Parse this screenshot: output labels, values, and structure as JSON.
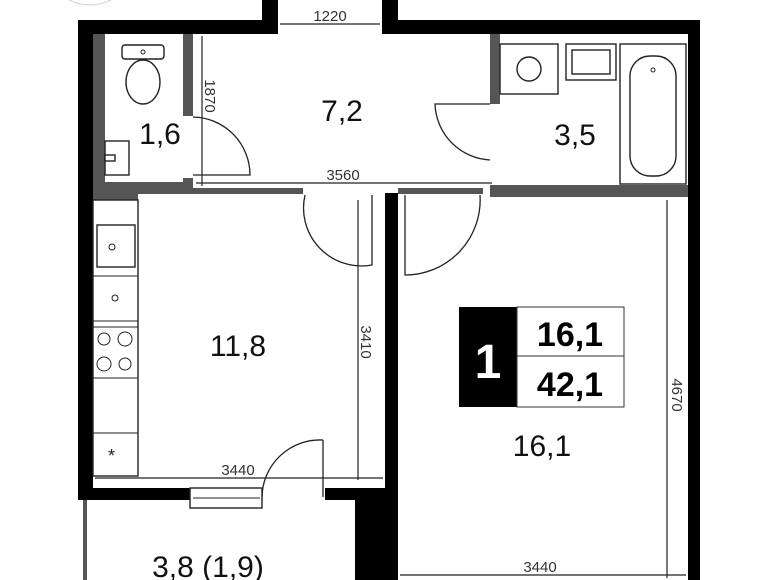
{
  "plan": {
    "rooms": [
      {
        "name": "toilet",
        "area": "1,6"
      },
      {
        "name": "hall",
        "area": "7,2"
      },
      {
        "name": "bathroom",
        "area": "3,5"
      },
      {
        "name": "kitchen",
        "area": "11,8"
      },
      {
        "name": "room",
        "area": "16,1"
      },
      {
        "name": "balcony",
        "area": "3,8 (1,9)"
      }
    ],
    "dimensions": {
      "entrance_width": "1220",
      "hall_height": "1870",
      "hall_width": "3560",
      "kitchen_height": "3410",
      "kitchen_width": "3440",
      "room_height": "4670",
      "room_width": "3440"
    },
    "summary": {
      "rooms_count": "1",
      "living_area": "16,1",
      "total_area": "42,1"
    },
    "colors": {
      "outer_wall": "#000000",
      "inner_wall": "#555555"
    }
  }
}
